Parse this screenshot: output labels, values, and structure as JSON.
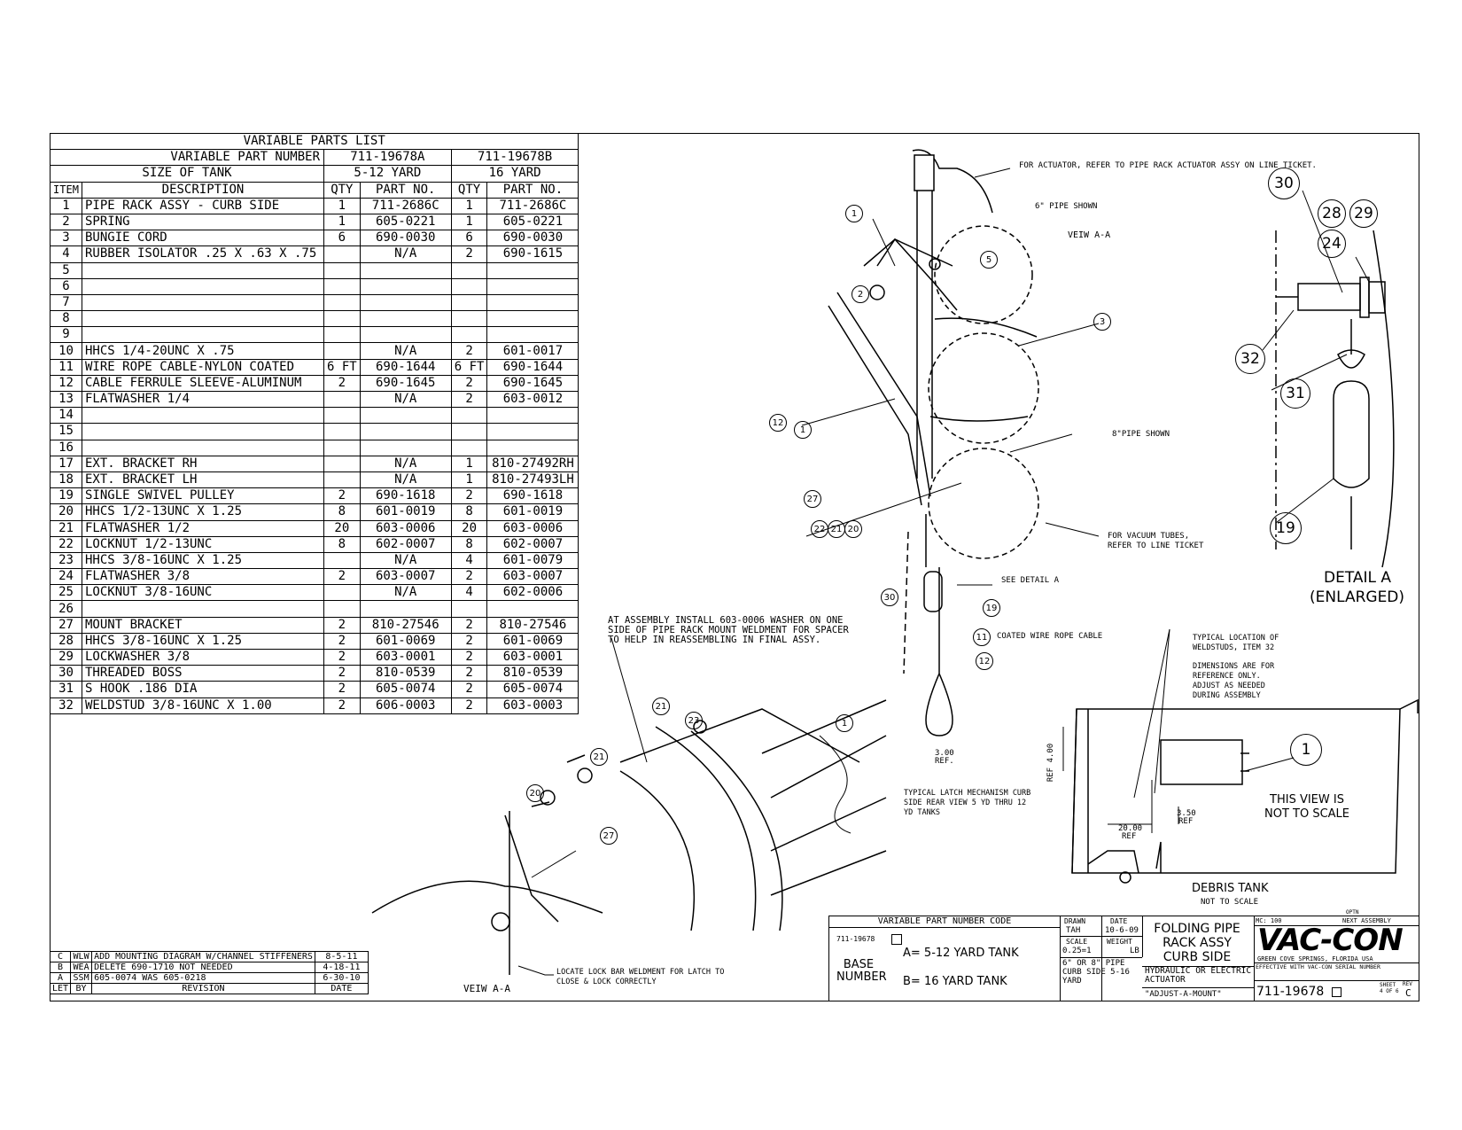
{
  "parts_list": {
    "title": "VARIABLE PARTS LIST",
    "vpn_label": "VARIABLE PART NUMBER",
    "size_label": "SIZE OF TANK",
    "col_a_number": "711-19678A",
    "col_b_number": "711-19678B",
    "col_a_size": "5-12 YARD",
    "col_b_size": "16 YARD",
    "headers": {
      "item": "ITEM",
      "description": "DESCRIPTION",
      "qty": "QTY",
      "part_no": "PART NO."
    },
    "rows": [
      {
        "item": "1",
        "desc": "PIPE RACK ASSY - CURB SIDE",
        "qa": "1",
        "pa": "711-2686C",
        "qb": "1",
        "pb": "711-2686C"
      },
      {
        "item": "2",
        "desc": "SPRING",
        "qa": "1",
        "pa": "605-0221",
        "qb": "1",
        "pb": "605-0221"
      },
      {
        "item": "3",
        "desc": "BUNGIE CORD",
        "qa": "6",
        "pa": "690-0030",
        "qb": "6",
        "pb": "690-0030"
      },
      {
        "item": "4",
        "desc": "RUBBER ISOLATOR .25 X .63 X .75",
        "qa": "",
        "pa": "N/A",
        "qb": "2",
        "pb": "690-1615"
      },
      {
        "item": "5",
        "desc": "",
        "qa": "",
        "pa": "",
        "qb": "",
        "pb": ""
      },
      {
        "item": "6",
        "desc": "",
        "qa": "",
        "pa": "",
        "qb": "",
        "pb": ""
      },
      {
        "item": "7",
        "desc": "",
        "qa": "",
        "pa": "",
        "qb": "",
        "pb": ""
      },
      {
        "item": "8",
        "desc": "",
        "qa": "",
        "pa": "",
        "qb": "",
        "pb": ""
      },
      {
        "item": "9",
        "desc": "",
        "qa": "",
        "pa": "",
        "qb": "",
        "pb": ""
      },
      {
        "item": "10",
        "desc": "HHCS 1/4-20UNC X .75",
        "qa": "",
        "pa": "N/A",
        "qb": "2",
        "pb": "601-0017"
      },
      {
        "item": "11",
        "desc": "WIRE ROPE CABLE-NYLON COATED",
        "qa": "6 FT",
        "pa": "690-1644",
        "qb": "6 FT",
        "pb": "690-1644"
      },
      {
        "item": "12",
        "desc": "CABLE FERRULE SLEEVE-ALUMINUM",
        "qa": "2",
        "pa": "690-1645",
        "qb": "2",
        "pb": "690-1645"
      },
      {
        "item": "13",
        "desc": "FLATWASHER 1/4",
        "qa": "",
        "pa": "N/A",
        "qb": "2",
        "pb": "603-0012"
      },
      {
        "item": "14",
        "desc": "",
        "qa": "",
        "pa": "",
        "qb": "",
        "pb": ""
      },
      {
        "item": "15",
        "desc": "",
        "qa": "",
        "pa": "",
        "qb": "",
        "pb": ""
      },
      {
        "item": "16",
        "desc": "",
        "qa": "",
        "pa": "",
        "qb": "",
        "pb": ""
      },
      {
        "item": "17",
        "desc": "EXT. BRACKET RH",
        "qa": "",
        "pa": "N/A",
        "qb": "1",
        "pb": "810-27492RH"
      },
      {
        "item": "18",
        "desc": "EXT. BRACKET LH",
        "qa": "",
        "pa": "N/A",
        "qb": "1",
        "pb": "810-27493LH"
      },
      {
        "item": "19",
        "desc": "SINGLE SWIVEL PULLEY",
        "qa": "2",
        "pa": "690-1618",
        "qb": "2",
        "pb": "690-1618"
      },
      {
        "item": "20",
        "desc": "HHCS 1/2-13UNC X 1.25",
        "qa": "8",
        "pa": "601-0019",
        "qb": "8",
        "pb": "601-0019"
      },
      {
        "item": "21",
        "desc": "FLATWASHER 1/2",
        "qa": "20",
        "pa": "603-0006",
        "qb": "20",
        "pb": "603-0006"
      },
      {
        "item": "22",
        "desc": "LOCKNUT 1/2-13UNC",
        "qa": "8",
        "pa": "602-0007",
        "qb": "8",
        "pb": "602-0007"
      },
      {
        "item": "23",
        "desc": "HHCS 3/8-16UNC X 1.25",
        "qa": "",
        "pa": "N/A",
        "qb": "4",
        "pb": "601-0079"
      },
      {
        "item": "24",
        "desc": "FLATWASHER 3/8",
        "qa": "2",
        "pa": "603-0007",
        "qb": "2",
        "pb": "603-0007"
      },
      {
        "item": "25",
        "desc": "LOCKNUT 3/8-16UNC",
        "qa": "",
        "pa": "N/A",
        "qb": "4",
        "pb": "602-0006"
      },
      {
        "item": "26",
        "desc": "",
        "qa": "",
        "pa": "",
        "qb": "",
        "pb": ""
      },
      {
        "item": "27",
        "desc": "MOUNT BRACKET",
        "qa": "2",
        "pa": "810-27546",
        "qb": "2",
        "pb": "810-27546"
      },
      {
        "item": "28",
        "desc": "HHCS 3/8-16UNC X 1.25",
        "qa": "2",
        "pa": "601-0069",
        "qb": "2",
        "pb": "601-0069"
      },
      {
        "item": "29",
        "desc": "LOCKWASHER 3/8",
        "qa": "2",
        "pa": "603-0001",
        "qb": "2",
        "pb": "603-0001"
      },
      {
        "item": "30",
        "desc": "THREADED BOSS",
        "qa": "2",
        "pa": "810-0539",
        "qb": "2",
        "pb": "810-0539"
      },
      {
        "item": "31",
        "desc": "S HOOK .186 DIA",
        "qa": "2",
        "pa": "605-0074",
        "qb": "2",
        "pb": "605-0074"
      },
      {
        "item": "32",
        "desc": "WELDSTUD 3/8-16UNC X 1.00",
        "qa": "2",
        "pa": "606-0003",
        "qb": "2",
        "pb": "603-0003"
      }
    ]
  },
  "revisions": {
    "headers": {
      "let": "LET",
      "by": "BY",
      "revision": "REVISION",
      "date": "DATE"
    },
    "rows": [
      {
        "let": "C",
        "by": "WLW",
        "rev": "ADD MOUNTING DIAGRAM W/CHANNEL STIFFENERS",
        "date": "8-5-11"
      },
      {
        "let": "B",
        "by": "WEA",
        "rev": "DELETE 690-1710 NOT NEEDED",
        "date": "4-18-11"
      },
      {
        "let": "A",
        "by": "SSM",
        "rev": "605-0074 WAS 605-0218",
        "date": "6-30-10"
      }
    ]
  },
  "notes": {
    "actuator": "FOR ACTUATOR, REFER TO PIPE RACK ACTUATOR ASSY ON LINE TICKET.",
    "pipe6": "6\" PIPE SHOWN",
    "view_aa_top": "VEIW A-A",
    "pipe8": "8\"PIPE SHOWN",
    "vacuum": "FOR VACUUM TUBES, REFER TO LINE TICKET",
    "see_detail": "SEE DETAIL A",
    "coated": "COATED WIRE ROPE CABLE",
    "dim300": "3.00",
    "ref": "REF.",
    "latch": "TYPICAL LATCH MECHANISM CURB SIDE REAR VIEW 5 YD THRU 12 YD TANKS",
    "assembly": "AT ASSEMBLY INSTALL 603-0006 WASHER ON ONE SIDE OF PIPE RACK MOUNT WELDMENT FOR SPACER TO HELP IN REASSEMBLING IN FINAL ASSY.",
    "lockbar": "LOCATE LOCK BAR WELDMENT FOR LATCH TO CLOSE & LOCK CORRECTLY",
    "view_aa_bottom": "VEIW A-A",
    "detail_a": "DETAIL A",
    "enlarged": "(ENLARGED)",
    "weldstuds": "TYPICAL LOCATION OF WELDSTUDS, ITEM 32",
    "dims_ref": "DIMENSIONS ARE FOR REFERENCE ONLY. ADJUST AS NEEDED DURING ASSEMBLY",
    "ref400": "REF 4.00",
    "dim350": "3.50",
    "ref350": "REF",
    "dim2000": "20.00",
    "ref2000": "REF",
    "not_scale": "THIS VIEW IS NOT TO SCALE",
    "debris": "DEBRIS TANK",
    "debris_ns": "NOT TO SCALE"
  },
  "balloons": [
    "1",
    "2",
    "3",
    "5",
    "12",
    "1",
    "27",
    "22",
    "21",
    "20",
    "30",
    "19",
    "11",
    "12",
    "1",
    "21",
    "23",
    "21",
    "20",
    "27",
    "30",
    "28",
    "29",
    "24",
    "32",
    "31",
    "19",
    "1"
  ],
  "code_block": {
    "title": "VARIABLE PART NUMBER CODE",
    "base_num": "711-19678",
    "base_label": "BASE NUMBER",
    "a": "A=  5-12 YARD TANK",
    "b": "B=  16 YARD TANK"
  },
  "title_block": {
    "drawn_lbl": "DRAWN",
    "drawn": "TAH",
    "date_lbl": "DATE",
    "date": "10-6-09",
    "scale_lbl": "SCALE",
    "scale": "0.25=1",
    "weight_lbl": "WEIGHT",
    "weight": "LB",
    "pipe": "6\" OR 8\" PIPE CURB SIDE 5-16 YARD",
    "title": "FOLDING PIPE RACK ASSY CURB SIDE",
    "actuator": "HYDRAULIC OR ELECTRIC ACTUATOR",
    "adjust": "\"ADJUST-A-MOUNT\"",
    "mc": "MC: 100",
    "next_lbl": "NEXT ASSEMBLY",
    "optn": "OPTN",
    "logo": "VAC-CON",
    "city": "GREEN COVE SPRINGS, FLORIDA USA",
    "effective": "EFFECTIVE WITH VAC-CON SERIAL NUMBER",
    "dwg": "711-19678",
    "sheet": "SHEET 4 OF 6",
    "rev_lbl": "REV",
    "rev": "C"
  }
}
